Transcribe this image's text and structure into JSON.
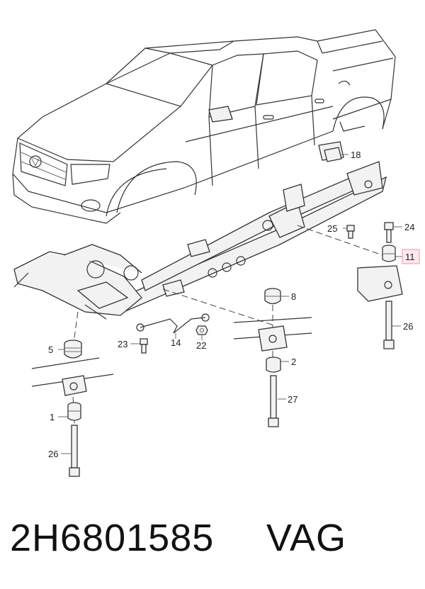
{
  "part_number": "2H6801585",
  "brand": "VAG",
  "callouts": {
    "c1": "1",
    "c2": "2",
    "c5": "5",
    "c8": "8",
    "c11": "11",
    "c14": "14",
    "c18": "18",
    "c22": "22",
    "c23": "23",
    "c24": "24",
    "c25": "25",
    "c26a": "26",
    "c26b": "26",
    "c27": "27"
  },
  "colors": {
    "highlight_fill": "#fde9ec",
    "highlight_stroke": "#e79aa6"
  }
}
